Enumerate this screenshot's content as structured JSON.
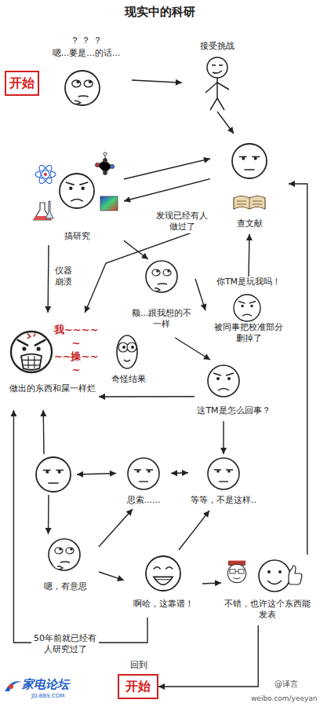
{
  "diagram": {
    "title": "现实中的科研",
    "nodes": [
      {
        "text": [
          "开始"
        ]
      },
      {
        "text": [
          "？ ？ ？",
          "嗯...要是...的话..."
        ]
      },
      {
        "text": [
          "接受挑战"
        ]
      },
      {
        "text": [
          "查文献"
        ]
      },
      {
        "text": [
          "搞研究"
        ]
      },
      {
        "text": [
          "额...跟我想的不一样"
        ]
      },
      {
        "text": [
          "你TM是玩我吗！",
          "被同事把校准部分删掉了"
        ]
      },
      {
        "text": [
          "奇怪结果"
        ]
      },
      {
        "text": [
          "我~~~~~",
          "~~操~~~",
          "做出的东西和屎一样烂"
        ]
      },
      {
        "text": [
          "这TM是怎么回事？"
        ]
      },
      {
        "text": []
      },
      {
        "text": [
          "思索......"
        ]
      },
      {
        "text": [
          "等等，不是这样.."
        ]
      },
      {
        "text": [
          "嗯，有意思"
        ]
      },
      {
        "text": [
          "啊哈，这靠谱！"
        ]
      },
      {
        "text": [
          "不错，也许这个东西能发表"
        ]
      },
      {
        "text": [
          "开始"
        ]
      }
    ],
    "edges": [
      {
        "from": 1,
        "to": 2,
        "arrow": "to"
      },
      {
        "from": 2,
        "to": 3,
        "arrow": "to"
      },
      {
        "from": 4,
        "to": 3,
        "arrow": "to"
      },
      {
        "from": 3,
        "to": 4,
        "arrow": "to"
      },
      {
        "from": 4,
        "to": 8,
        "label": "仪器崩溃",
        "arrow": "to"
      },
      {
        "from": 3,
        "to": 8,
        "label": "发现已经有人做过了",
        "arrow": "to"
      },
      {
        "from": 4,
        "to": 5,
        "arrow": "to"
      },
      {
        "from": 5,
        "to": 6,
        "arrow": "to"
      },
      {
        "from": 6,
        "to": 3,
        "arrow": "to"
      },
      {
        "from": 5,
        "to": 9,
        "arrow": "to"
      },
      {
        "from": 9,
        "to": 8,
        "arrow": "to"
      },
      {
        "from": 9,
        "to": 12,
        "arrow": "to"
      },
      {
        "from": 10,
        "to": 11,
        "arrow": "both"
      },
      {
        "from": 11,
        "to": 12,
        "arrow": "both"
      },
      {
        "from": 10,
        "to": 13,
        "arrow": "to"
      },
      {
        "from": 10,
        "to": 8,
        "arrow": "to"
      },
      {
        "from": 13,
        "to": 11,
        "arrow": "to"
      },
      {
        "from": 13,
        "to": 14,
        "arrow": "to"
      },
      {
        "from": 14,
        "to": 12,
        "arrow": "to"
      },
      {
        "from": 14,
        "to": 15,
        "arrow": "to"
      },
      {
        "from": 15,
        "to": 16,
        "label": "回到",
        "arrow": "to"
      },
      {
        "from": 15,
        "to": 3,
        "arrow": "to"
      },
      {
        "from": 14,
        "to": 8,
        "label": "50年前就已经有人研究过了",
        "arrow": "to"
      }
    ],
    "labels": [
      "家电论坛",
      "JD-BBS.COM",
      "@译言",
      "weibo.com/yeeyan"
    ]
  }
}
